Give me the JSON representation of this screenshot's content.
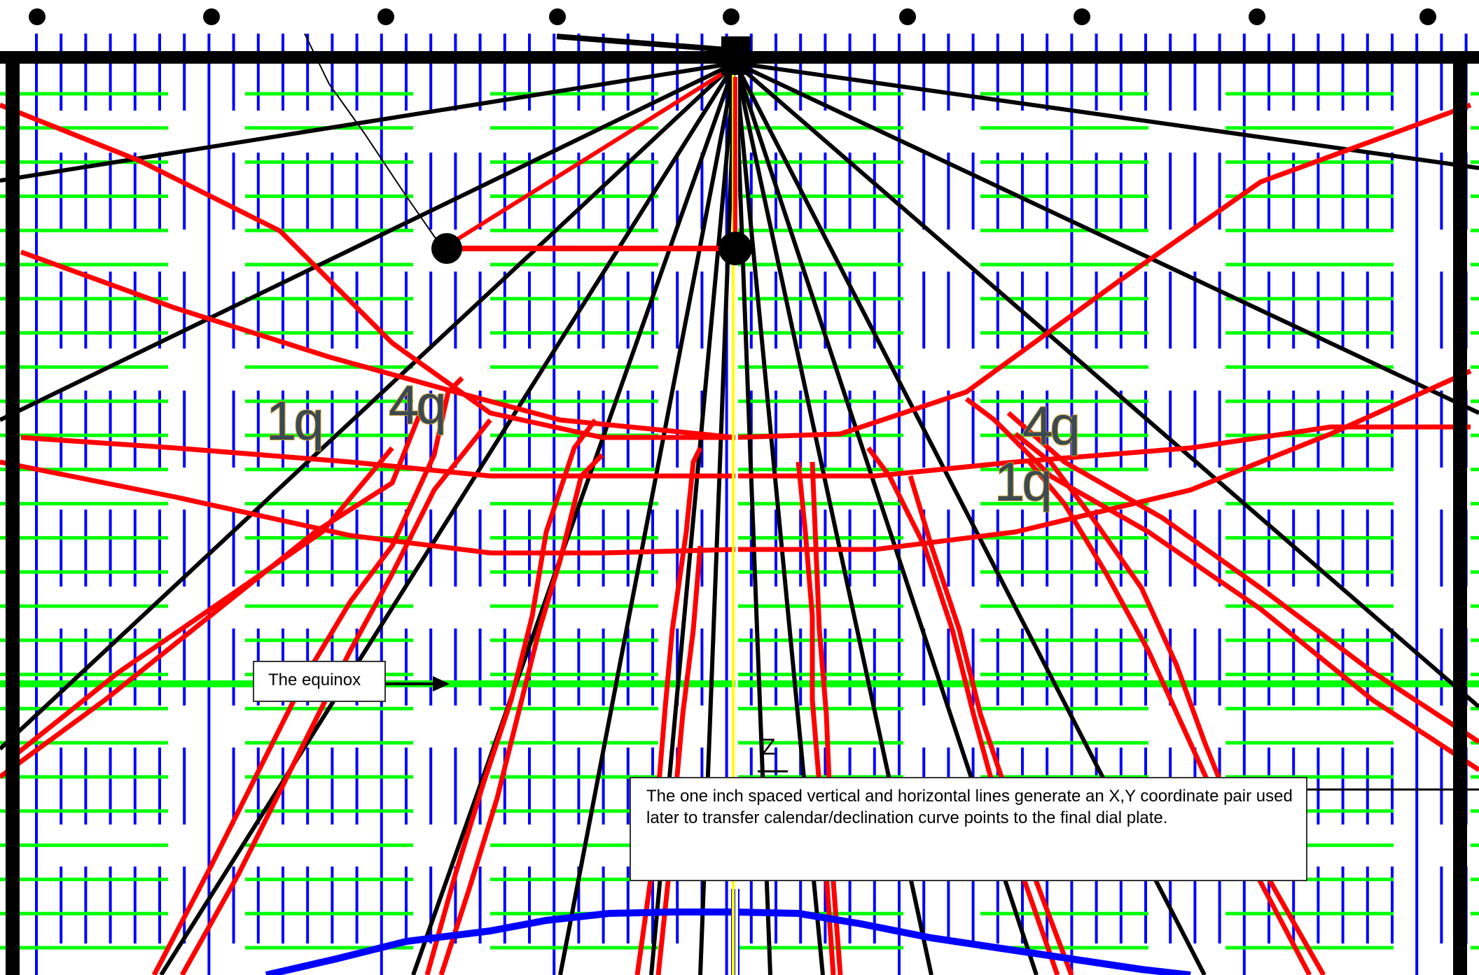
{
  "labels": {
    "equinox": "The equinox",
    "note": "The one inch spaced vertical  and horizontal lines generate an X,Y coordinate pair used later to transfer calendar/declination curve points to the final dial plate.",
    "quadrant_left_1": "1q",
    "quadrant_left_4": "4q",
    "quadrant_right_4": "4q",
    "quadrant_right_1": "1q",
    "z_mark": "Z"
  },
  "colors": {
    "background": "#ffffff",
    "grid_vertical": "#0000ff",
    "grid_horizontal": "#00ff00",
    "hour_lines": "#000000",
    "declination_curves": "#ff0000",
    "frame": "#000000",
    "noon_line": "#ffff00",
    "solstice_curve": "#0000ff"
  }
}
